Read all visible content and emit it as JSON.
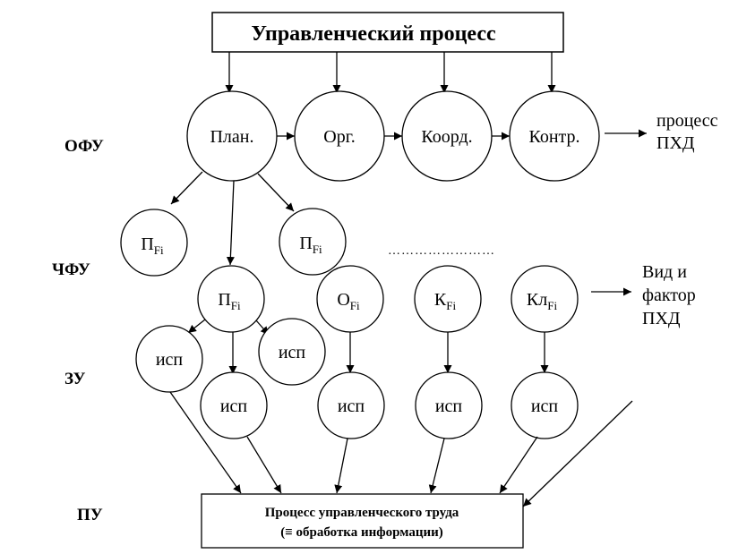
{
  "title": "Управленческий процесс",
  "levels": {
    "ofu": "ОФУ",
    "chfu": "ЧФУ",
    "zu": "ЗУ",
    "pu": "ПУ"
  },
  "functions": {
    "plan": "План.",
    "org": "Орг.",
    "coord": "Коорд.",
    "contr": "Контр."
  },
  "process_label": [
    "процесс",
    "ПХД"
  ],
  "sub_functions": {
    "p_left": {
      "main": "П",
      "sub": "Fi"
    },
    "p_mid": {
      "main": "П",
      "sub": "Fi"
    },
    "p_right": {
      "main": "П",
      "sub": "Fi"
    },
    "o": {
      "main": "О",
      "sub": "Fi"
    },
    "k": {
      "main": "К",
      "sub": "Fi"
    },
    "kl": {
      "main": "Кл",
      "sub": "Fi"
    }
  },
  "dots": "……………………",
  "factor_label": [
    "Вид и",
    "фактор",
    "ПХД"
  ],
  "executor": "исп",
  "bottom_box": {
    "line1": "Процесс управленческого труда",
    "line2": "(≡ обработка информации)"
  }
}
